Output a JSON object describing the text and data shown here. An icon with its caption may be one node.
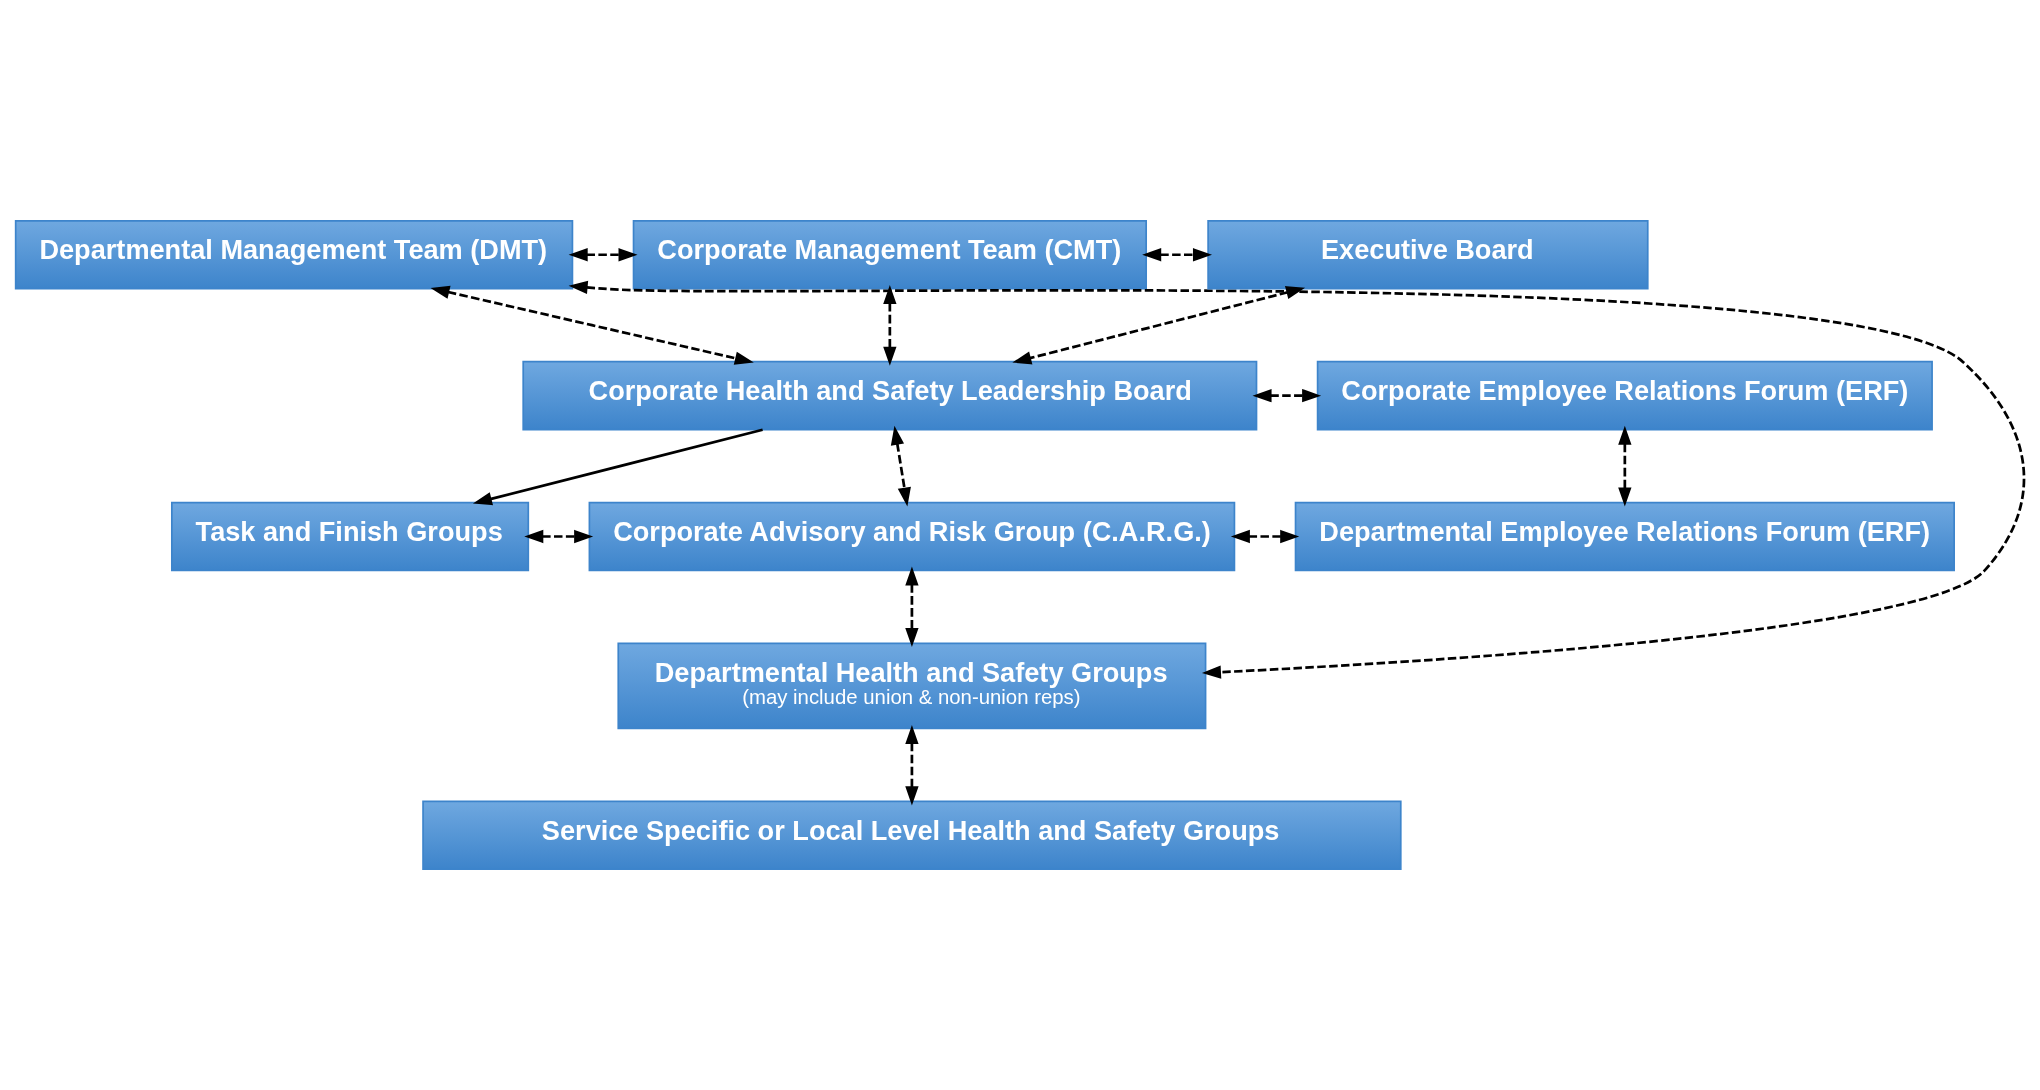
{
  "diagram": {
    "nodes": [
      {
        "text": [
          "Departmental Management Team (DMT)"
        ]
      },
      {
        "text": [
          "Corporate Management Team (CMT)"
        ]
      },
      {
        "text": [
          "Executive Board"
        ]
      },
      {
        "text": [
          "Corporate Health and Safety Leadership Board"
        ]
      },
      {
        "text": [
          "Corporate Employee Relations Forum (ERF)"
        ]
      },
      {
        "text": [
          "Task and Finish Groups"
        ]
      },
      {
        "text": [
          "Corporate Advisory and Risk Group (C.A.R.G.)"
        ]
      },
      {
        "text": [
          "Departmental Employee Relations Forum (ERF)"
        ]
      },
      {
        "text": [
          "Departmental Health and Safety Groups",
          "(may include union & non-union reps)"
        ]
      },
      {
        "text": [
          "Service Specific or Local Level Health and Safety Groups"
        ]
      }
    ],
    "edges": [
      {
        "from": 0,
        "to": 1,
        "arrow": "both",
        "style": "dashed"
      },
      {
        "from": 1,
        "to": 2,
        "arrow": "both",
        "style": "dashed"
      },
      {
        "from": 0,
        "to": 3,
        "arrow": "both",
        "style": "dashed"
      },
      {
        "from": 1,
        "to": 3,
        "arrow": "both",
        "style": "dashed"
      },
      {
        "from": 2,
        "to": 3,
        "arrow": "both",
        "style": "dashed"
      },
      {
        "from": 3,
        "to": 4,
        "arrow": "both",
        "style": "dashed"
      },
      {
        "from": 4,
        "to": 7,
        "arrow": "both",
        "style": "dashed"
      },
      {
        "from": 3,
        "to": 5,
        "arrow": "to"
      },
      {
        "from": 3,
        "to": 6,
        "arrow": "both",
        "style": "dashed"
      },
      {
        "from": 5,
        "to": 6,
        "arrow": "both",
        "style": "dashed"
      },
      {
        "from": 6,
        "to": 7,
        "arrow": "both",
        "style": "dashed"
      },
      {
        "from": 6,
        "to": 8,
        "arrow": "both",
        "style": "dashed"
      },
      {
        "from": 0,
        "to": 8,
        "arrow": "both",
        "style": "dashed"
      },
      {
        "from": 8,
        "to": 9,
        "arrow": "both",
        "style": "dashed"
      }
    ]
  }
}
